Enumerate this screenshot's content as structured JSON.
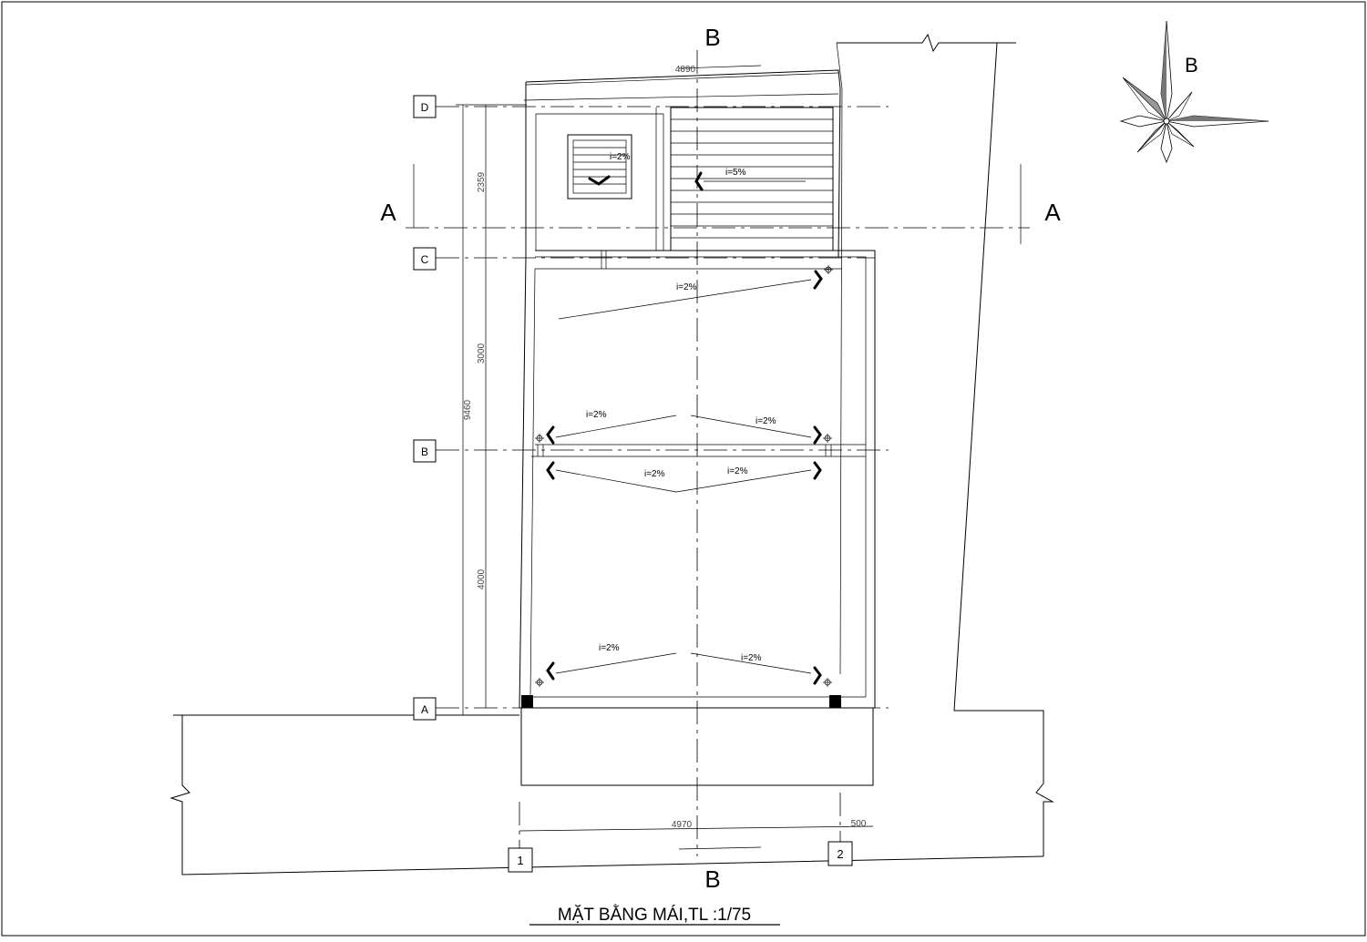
{
  "title": "MẶT BẰNG  MÁI,TL :1/75",
  "section_marks": {
    "section_b": "B",
    "section_a": "A"
  },
  "compass_label": "B",
  "grid_rows": [
    "D",
    "C",
    "B",
    "A"
  ],
  "grid_cols": [
    "1",
    "2"
  ],
  "dimensions": {
    "top_width": "4890",
    "bottom_width": "4970",
    "overhang": "500",
    "total_height": "9460",
    "dc": "2359",
    "cb": "3000",
    "ba": "4000"
  },
  "slopes": {
    "stair_box": "i=2%",
    "ramp": "i=5%",
    "upper_roof": "i=2%",
    "mid_left_upper": "i=2%",
    "mid_right_upper": "i=2%",
    "mid_left_lower": "i=2%",
    "mid_right_lower": "i=2%",
    "bottom_left": "i=2%",
    "bottom_right": "i=2%"
  }
}
